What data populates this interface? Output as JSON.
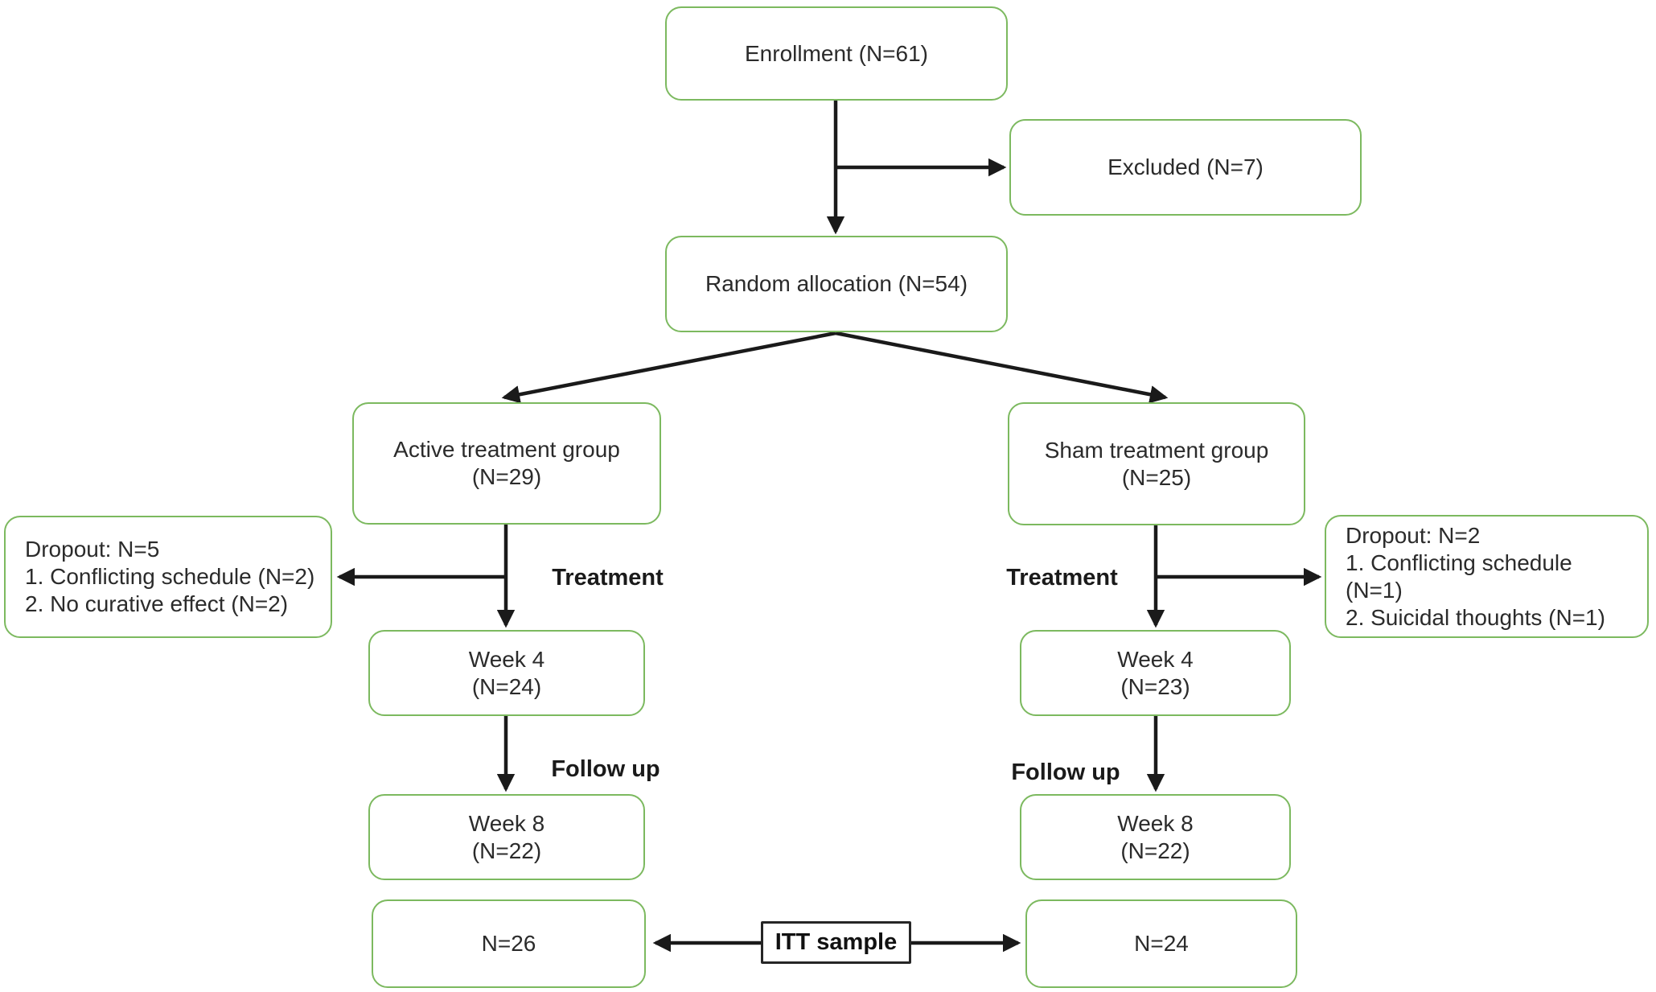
{
  "colors": {
    "box_border": "#7cb95f",
    "arrow": "#1a1a1a",
    "text": "#2b2b2b"
  },
  "nodes": {
    "enrollment": {
      "label": "Enrollment (N=61)"
    },
    "excluded": {
      "label": "Excluded (N=7)"
    },
    "random_allocation": {
      "label": "Random allocation (N=54)"
    },
    "active_group": {
      "line1": "Active treatment group",
      "line2": "(N=29)"
    },
    "sham_group": {
      "line1": "Sham treatment group",
      "line2": "(N=25)"
    },
    "dropout_active": {
      "line1": "Dropout: N=5",
      "line2": "1. Conflicting schedule (N=2)",
      "line3": "2. No curative effect (N=2)"
    },
    "dropout_sham": {
      "line1": "Dropout: N=2",
      "line2": "1. Conflicting schedule (N=1)",
      "line3": "2. Suicidal thoughts (N=1)"
    },
    "week4_active": {
      "line1": "Week 4",
      "line2": "(N=24)"
    },
    "week4_sham": {
      "line1": "Week 4",
      "line2": "(N=23)"
    },
    "week8_active": {
      "line1": "Week 8",
      "line2": "(N=22)"
    },
    "week8_sham": {
      "line1": "Week 8",
      "line2": "(N=22)"
    },
    "itt_active": {
      "label": "N=26"
    },
    "itt_sham": {
      "label": "N=24"
    },
    "itt_sample": {
      "label": "ITT sample"
    }
  },
  "stage_labels": {
    "treatment_active": "Treatment",
    "treatment_sham": "Treatment",
    "followup_active": "Follow up",
    "followup_sham": "Follow up"
  }
}
